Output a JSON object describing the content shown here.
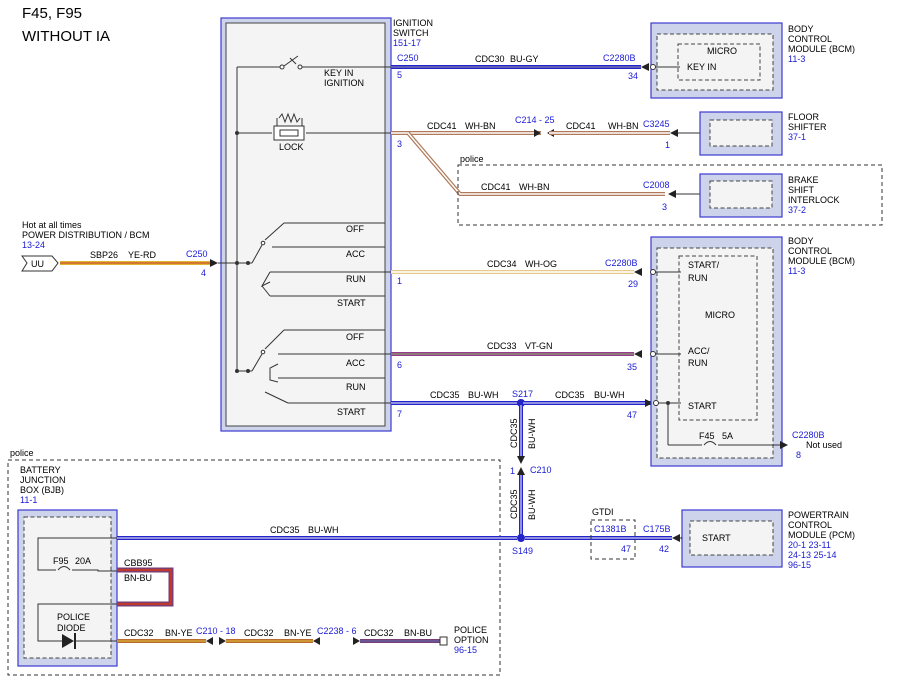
{
  "title": {
    "line1": "F45, F95",
    "line2": "WITHOUT IA"
  },
  "ignition_switch": {
    "name_line1": "IGNITION",
    "name_line2": "SWITCH",
    "ref": "151-17",
    "key_in_line1": "KEY IN",
    "key_in_line2": "IGNITION",
    "lock": "LOCK",
    "positions_a": [
      "OFF",
      "ACC",
      "RUN",
      "START"
    ],
    "positions_b": [
      "OFF",
      "ACC",
      "RUN",
      "START"
    ]
  },
  "bcm_top": {
    "line1": "BODY",
    "line2": "CONTROL",
    "line3": "MODULE (BCM)",
    "ref": "11-3",
    "micro": "MICRO",
    "key_in": "KEY IN"
  },
  "floor_shifter": {
    "line1": "FLOOR",
    "line2": "SHIFTER",
    "ref": "37-1"
  },
  "police_top": "police",
  "brake_interlock": {
    "line1": "BRAKE",
    "line2": "SHIFT",
    "line3": "INTERLOCK",
    "ref": "37-2"
  },
  "bcm_mid": {
    "line1": "BODY",
    "line2": "CONTROL",
    "line3": "MODULE (BCM)",
    "ref": "11-3",
    "start_run_1": "START/",
    "start_run_2": "RUN",
    "micro": "MICRO",
    "acc_run_1": "ACC/",
    "acc_run_2": "RUN",
    "start": "START",
    "fuse": "F45",
    "fuse_rating": "5A",
    "conn": "C2280B",
    "pin": "8",
    "not_used": "Not used"
  },
  "hot_at_all_times": {
    "line1": "Hot at all times",
    "line2": "POWER DISTRIBUTION / BCM",
    "ref": "13-24",
    "terminal": "UU"
  },
  "wires": {
    "cdc30": {
      "circuit": "CDC30",
      "color": "BU-GY",
      "from_conn": "C250",
      "from_pin": "5",
      "to_conn": "C2280B",
      "to_pin": "34"
    },
    "cdc41a": {
      "circuit": "CDC41",
      "color": "WH-BN",
      "inline": "C214 - 25",
      "from_pin": "3"
    },
    "cdc41b": {
      "circuit": "CDC41",
      "color": "WH-BN",
      "to_conn": "C3245",
      "to_pin": "1"
    },
    "cdc41c": {
      "circuit": "CDC41",
      "color": "WH-BN",
      "to_conn": "C2008",
      "to_pin": "3"
    },
    "sbp26": {
      "circuit": "SBP26",
      "color": "YE-RD",
      "conn": "C250",
      "pin": "4"
    },
    "cdc34": {
      "circuit": "CDC34",
      "color": "WH-OG",
      "from_pin": "1",
      "to_conn": "C2280B",
      "to_pin": "29"
    },
    "cdc33": {
      "circuit": "CDC33",
      "color": "VT-GN",
      "from_pin": "6",
      "to_pin": "35"
    },
    "cdc35a": {
      "circuit": "CDC35",
      "color": "BU-WH",
      "from_pin": "7",
      "splice": "S217"
    },
    "cdc35b": {
      "circuit": "CDC35",
      "color": "BU-WH",
      "to_pin": "47"
    },
    "cdc35v1": {
      "circuit": "CDC35",
      "color": "BU-WH",
      "pin": "1",
      "conn": "C210"
    },
    "cdc35v2": {
      "circuit": "CDC35",
      "color": "BU-WH"
    },
    "cdc35h": {
      "circuit": "CDC35",
      "color": "BU-WH",
      "splice": "S149"
    },
    "cbb95": {
      "circuit": "CBB95",
      "color": "BN-BU"
    },
    "cdc32a": {
      "circuit": "CDC32",
      "color": "BN-YE",
      "inline": "C210 - 18"
    },
    "cdc32b": {
      "circuit": "CDC32",
      "color": "BN-YE",
      "inline": "C2238 - 6"
    },
    "cdc32c": {
      "circuit": "CDC32",
      "color": "BN-BU"
    }
  },
  "police_bottom": "police",
  "bjb": {
    "line1": "BATTERY",
    "line2": "JUNCTION",
    "line3": "BOX (BJB)",
    "ref": "11-1",
    "fuse": "F95",
    "fuse_rating": "20A",
    "diode_1": "POLICE",
    "diode_2": "DIODE"
  },
  "gtdi": {
    "label": "GTDI",
    "conn": "C1381B",
    "pin": "47"
  },
  "pcm": {
    "line1": "POWERTRAIN",
    "line2": "CONTROL",
    "line3": "MODULE (PCM)",
    "refs_1": "20-1   23-11",
    "refs_2": "24-13  25-14",
    "refs_3": "96-15",
    "start": "START",
    "conn": "C175B",
    "pin": "42"
  },
  "police_option": {
    "line1": "POLICE",
    "line2": "OPTION",
    "ref": "96-15"
  },
  "colors": {
    "blue_wire": "#2323c8",
    "white_brown": "#b07a5a",
    "yellow_red": "#e3b534",
    "white_orange": "#e9c98a",
    "violet_green": "#9a3a8a",
    "brown_yellow": "#b86b2d",
    "brown_blue": "#7a3d74",
    "label_blue": "#1a1ad6"
  }
}
